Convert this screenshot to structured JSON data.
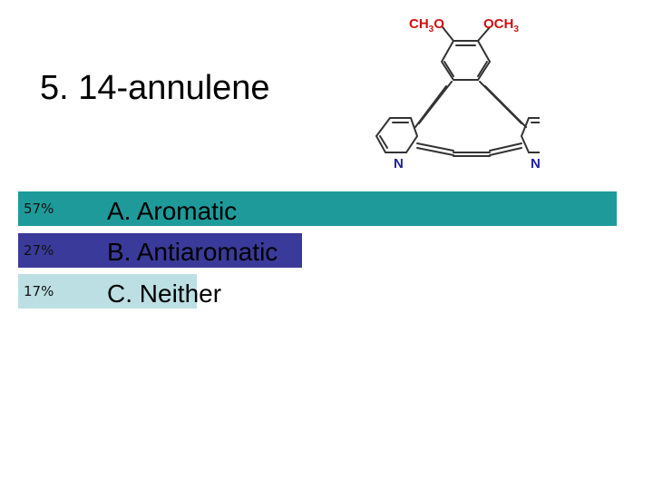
{
  "slide": {
    "title": "5. 14-annulene"
  },
  "molecule": {
    "label_left_substituent": [
      "CH",
      "3",
      "O"
    ],
    "label_right_substituent": [
      "OCH",
      "3"
    ],
    "label_n_left": "N",
    "label_n_right": "N",
    "colors": {
      "substituent": "#d01010",
      "nitrogen": "#2020a0",
      "bond": "#333333"
    }
  },
  "chart_data": {
    "type": "bar",
    "orientation": "horizontal",
    "categories": [
      "A. Aromatic",
      "B. Antiaromatic",
      "C. Neither"
    ],
    "values": [
      57,
      27,
      17
    ],
    "value_labels": [
      "57%",
      "27%",
      "17%"
    ],
    "xlim": [
      0,
      57
    ],
    "colors": [
      "#1f9a9a",
      "#3a3a9a",
      "#bcdfe3"
    ],
    "grid": false
  }
}
